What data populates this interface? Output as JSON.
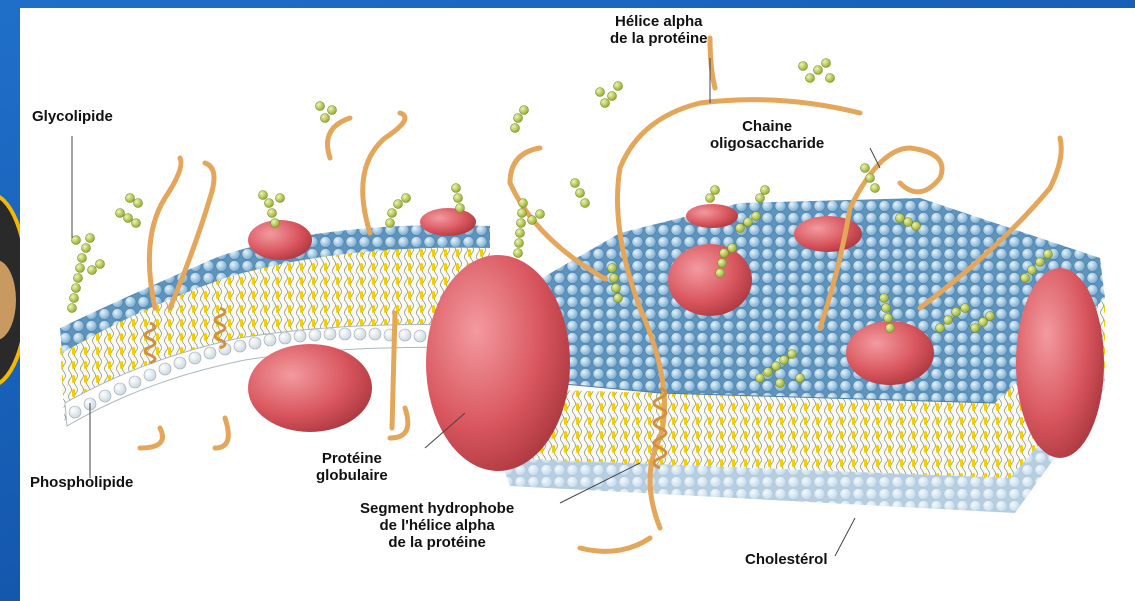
{
  "labels": {
    "glycolipide": "Glycolipide",
    "phospholipide": "Phospholipide",
    "helice_line1": "Hélice alpha",
    "helice_line2": "de la protéine",
    "chaine_line1": "Chaine",
    "chaine_line2": "oligosaccharide",
    "proteine_line1": "Protéine",
    "proteine_line2": "globulaire",
    "segment_line1": "Segment hydrophobe",
    "segment_line2": "de l'hélice alpha",
    "segment_line3": "de la protéine",
    "cholesterol": "Cholestérol"
  },
  "colors": {
    "background": "#1a62bd",
    "panel": "#ffffff",
    "protein": "#d9565e",
    "phospholipid_head_top": "#7fb4d8",
    "phospholipid_head_bottom": "#ffffff",
    "carbohydrate": "#b9cf3c",
    "helix_strand": "#e3a65a",
    "cholesterol": "#f2d000",
    "avatar_border": "#f4b800"
  }
}
